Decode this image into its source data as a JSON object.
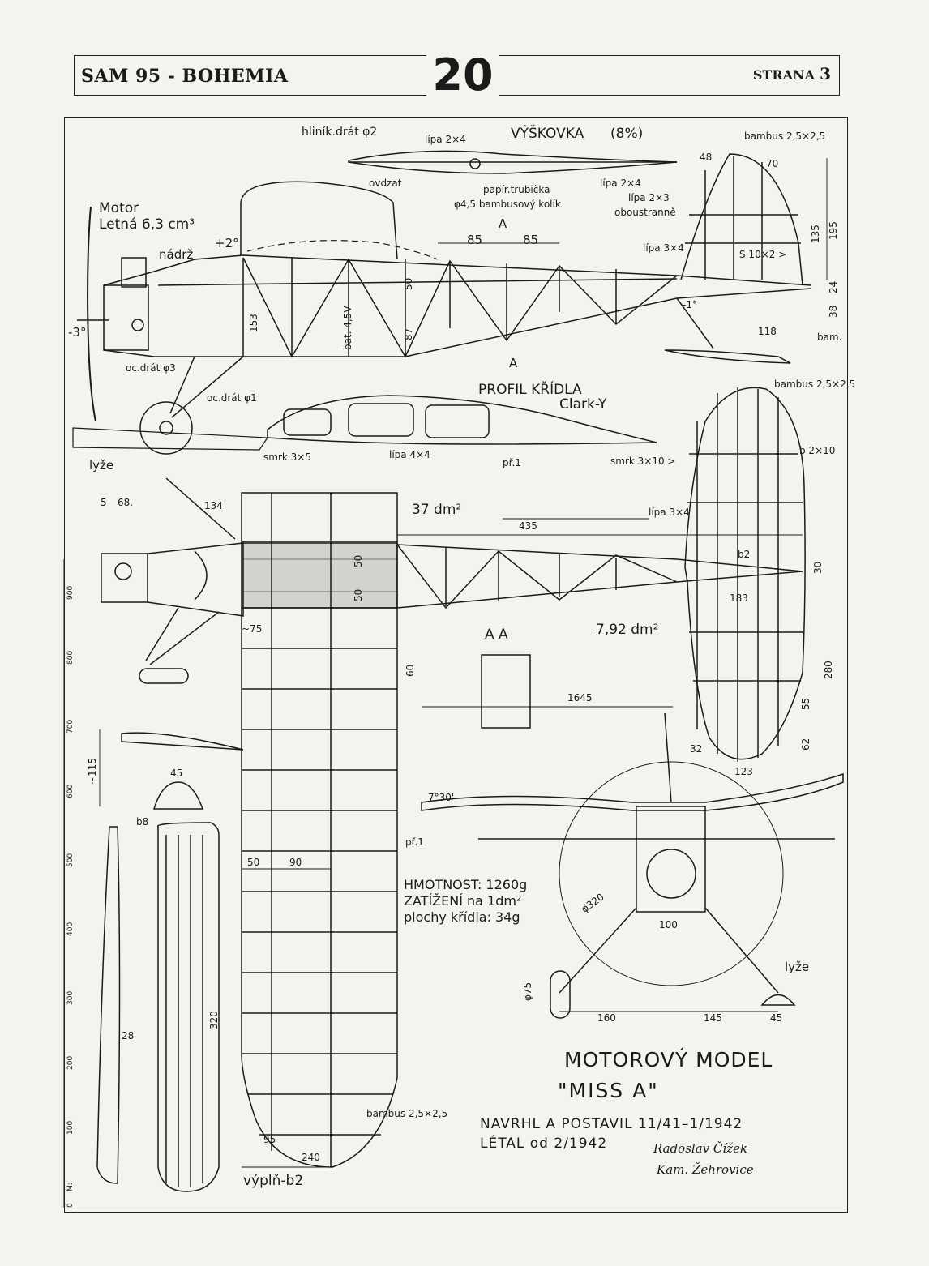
{
  "header": {
    "title": "SAM 95 - BOHEMIA",
    "issue": "20",
    "page_label": "STRANA",
    "page_number": "3"
  },
  "labels": {
    "wire_alu": "hliník.drát φ2",
    "lipa_2x4a": "lípa 2×4",
    "stab_title": "VÝŠKOVKA",
    "stab_pct": "(8%)",
    "bamboo_1": "bambus 2,5×2,5",
    "ovdzat": "ovdzat",
    "paper_tube": "papír.trubička",
    "bamboo_peg": "φ4,5 bambusový kolík",
    "lipa_2x4b": "lípa 2×4",
    "dim_48": "48",
    "dim_70": "70",
    "lipa_2x3": "lípa 2×3",
    "both_sides": "oboustranně",
    "motor": "Motor",
    "motor_type": "Letná 6,3 cm³",
    "tank": "nádrž",
    "angle_plus2": "+2°",
    "section_a_top": "A",
    "dim_85a": "85",
    "dim_85b": "85",
    "lipa_3x4a": "lípa 3×4",
    "s10x2": "S 10×2 >",
    "dim_135": "135",
    "dim_195": "195",
    "dim_24": "24",
    "dim_38": "38",
    "angle_minus3": "-3°",
    "angle_minus1": "-1°",
    "dim_153": "153",
    "dim_50a": "50",
    "dim_87": "87",
    "battery": "bat. 4,5V",
    "dim_118": "118",
    "bam": "bam.",
    "section_a_bot": "A",
    "steel_wire_3": "oc.drát φ3",
    "steel_wire_1": "oc.drát φ1",
    "wing_profile": "PROFIL KŘÍDLA",
    "clark_y": "Clark-Y",
    "bamboo_2": "bambus 2,5×2,5",
    "ski_1": "lyže",
    "spruce_3x5": "smrk 3×5",
    "lipa_4x4": "lípa 4×4",
    "rib_1a": "př.1",
    "spruce_3x10": "smrk 3×10 >",
    "b2x10": "b 2×10",
    "dim_5": "5",
    "dim_68": "68.",
    "dim_134": "134",
    "wing_area": "37 dm²",
    "dim_435": "435",
    "lipa_3x4b": "lípa 3×4",
    "b2": "b2",
    "dim_30": "30",
    "dim_50b": "50",
    "dim_50c": "50",
    "dim_183": "183",
    "dim_75": "~75",
    "section_aa": "A  A",
    "stab_area": "7,92 dm²",
    "dim_280": "280",
    "dim_60": "60",
    "dim_1645": "1645",
    "dim_55": "55",
    "dim_62": "62",
    "dim_32": "32",
    "dim_123": "123",
    "dim_115": "~115",
    "dim_45a": "45",
    "angle_7_30": "7°30'",
    "b8": "b8",
    "rib_1b": "př.1",
    "dim_50d": "50",
    "dim_90": "90",
    "mass": "HMOTNOST: 1260g",
    "loading_1": "ZATÍŽENÍ na 1dm²",
    "loading_2": "plochy křídla: 34g",
    "prop_dia": "φ320",
    "dim_100": "100",
    "ski_2": "lyže",
    "wheel_dia": "φ75",
    "dim_160": "160",
    "dim_145": "145",
    "dim_45b": "45",
    "dim_28": "28",
    "dim_320": "320",
    "bamboo_3": "bambus 2,5×2,5",
    "dim_95": "95",
    "dim_240": "240",
    "filler": "výplň-b2",
    "ruler_m": "M:",
    "ruler_0": "0",
    "ruler_100": "100",
    "ruler_200": "200",
    "ruler_300": "300",
    "ruler_400": "400",
    "ruler_500": "500",
    "ruler_600": "600",
    "ruler_700": "700",
    "ruler_800": "800",
    "ruler_900": "900"
  },
  "title_block": {
    "line1": "MOTOROVÝ MODEL",
    "line2": "\"MISS A\"",
    "line3": "NAVRHL A POSTAVIL  11/41–1/1942",
    "line4": "LÉTAL od 2/1942",
    "signature": "Radoslav Čížek",
    "place": "Kam. Žehrovice"
  }
}
